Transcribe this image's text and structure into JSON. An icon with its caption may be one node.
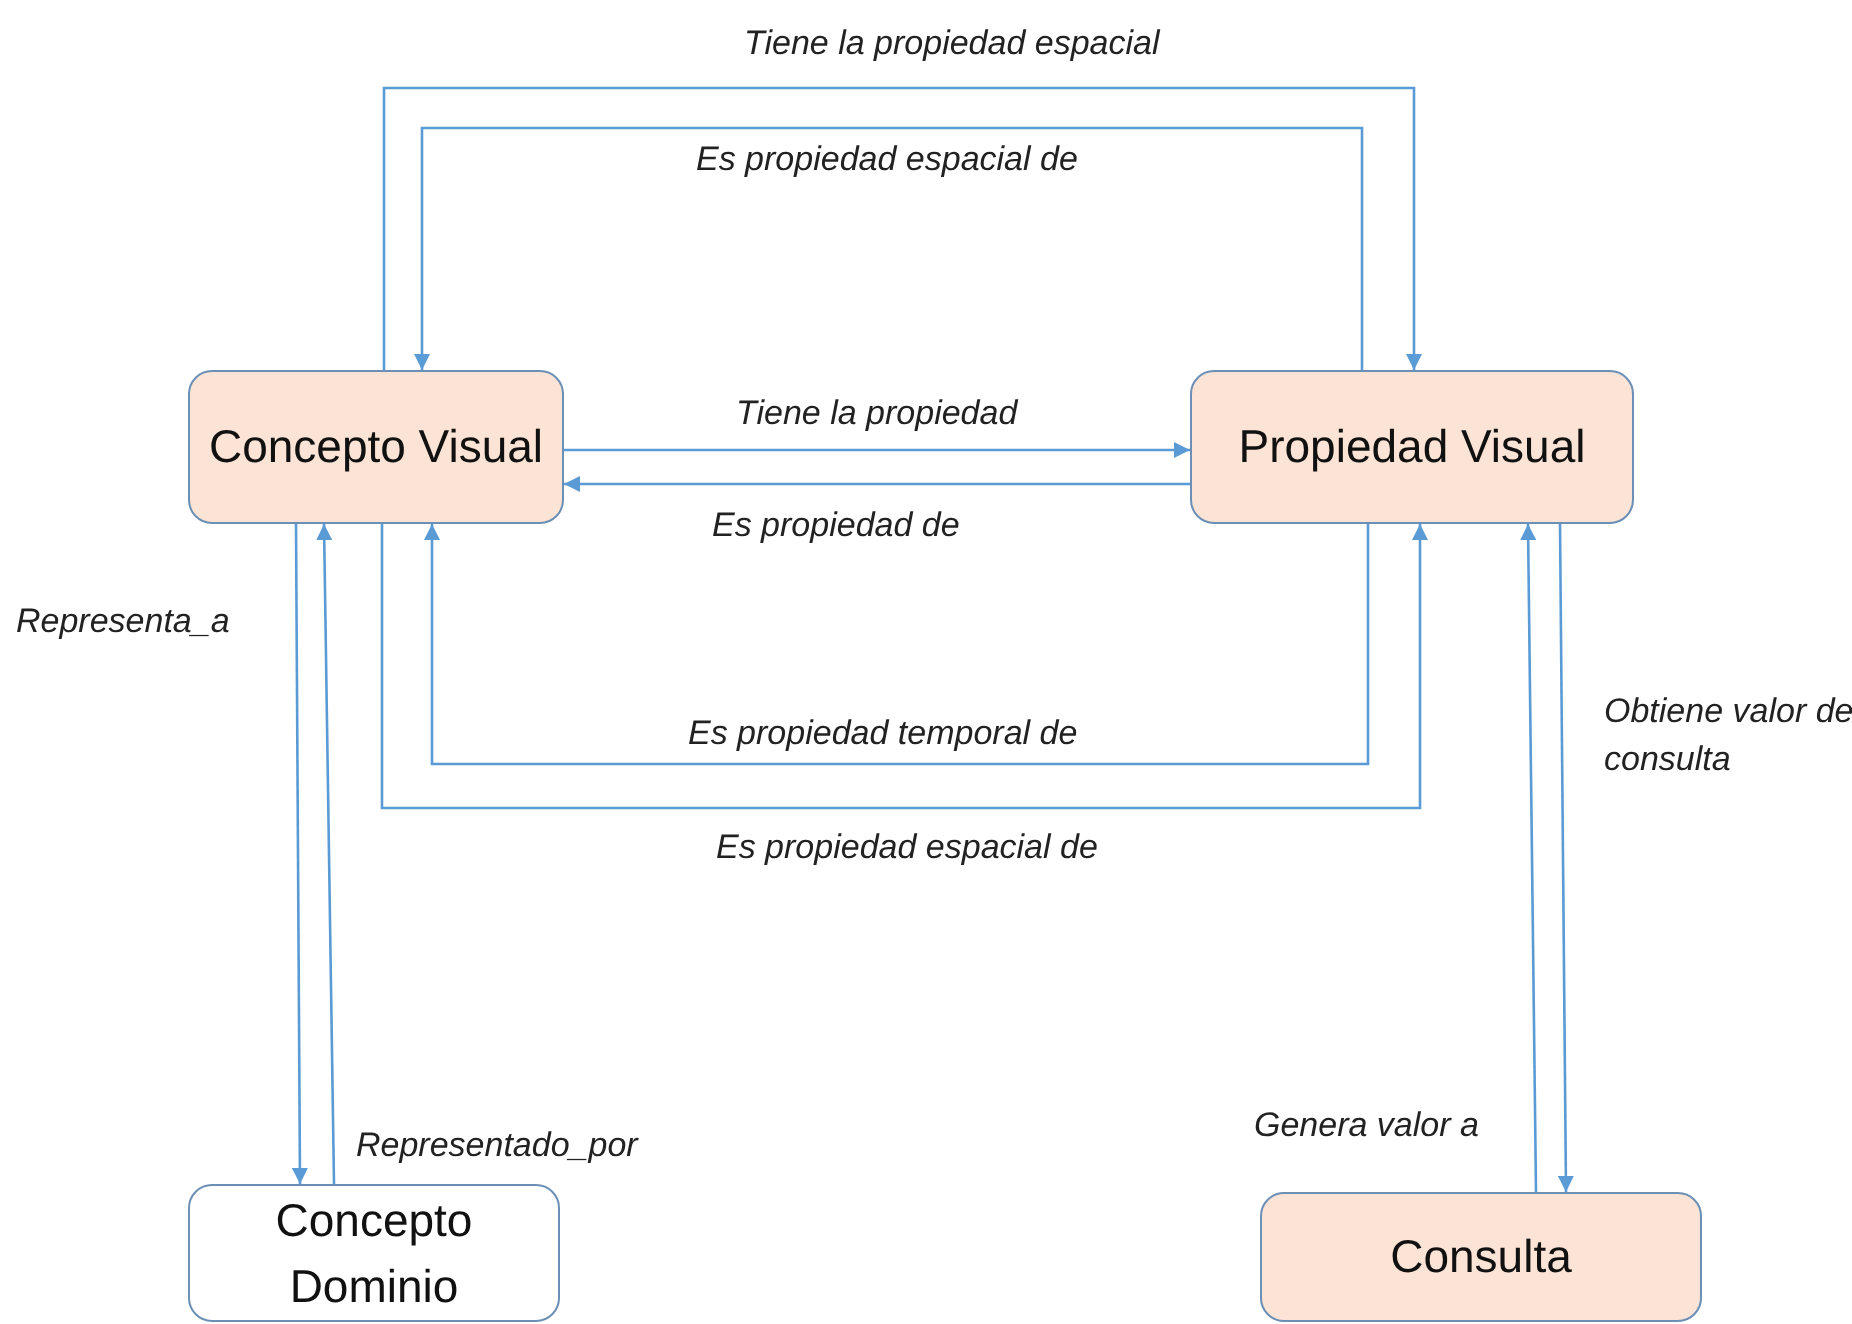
{
  "diagram": {
    "nodes": [
      {
        "text": [
          "Concepto Visual"
        ]
      },
      {
        "text": [
          "Propiedad Visual"
        ]
      },
      {
        "text": [
          "Concepto Dominio"
        ]
      },
      {
        "text": [
          "Consulta"
        ]
      }
    ],
    "edges": [
      {
        "from": 0,
        "to": 1,
        "arrow": "to",
        "label": "Tiene la propiedad espacial"
      },
      {
        "from": 1,
        "to": 0,
        "arrow": "to",
        "label": "Es propiedad espacial de"
      },
      {
        "from": 0,
        "to": 1,
        "arrow": "to",
        "label": "Tiene la propiedad"
      },
      {
        "from": 1,
        "to": 0,
        "arrow": "to",
        "label": "Es propiedad de"
      },
      {
        "from": 1,
        "to": 0,
        "arrow": "to",
        "label": "Es propiedad temporal de"
      },
      {
        "from": 0,
        "to": 1,
        "arrow": "to",
        "label": "Es propiedad espacial de"
      },
      {
        "from": 0,
        "to": 2,
        "arrow": "to",
        "label": "Representa_a"
      },
      {
        "from": 2,
        "to": 0,
        "arrow": "to",
        "label": "Representado_por"
      },
      {
        "from": 1,
        "to": 3,
        "arrow": "to",
        "label": "Obtiene valor de consulta"
      },
      {
        "from": 3,
        "to": 1,
        "arrow": "to",
        "label": "Genera valor a"
      }
    ]
  }
}
